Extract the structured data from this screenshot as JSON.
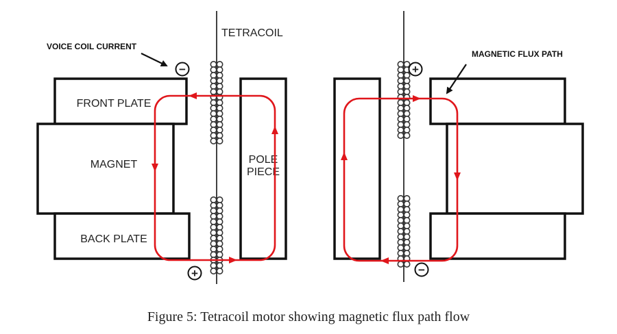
{
  "labels": {
    "voice_coil_current": "VOICE COIL CURRENT",
    "tetracoil": "TETRACOIL",
    "magnetic_flux_path": "MAGNETIC FLUX PATH",
    "front_plate": "FRONT PLATE",
    "magnet": "MAGNET",
    "back_plate": "BACK PLATE",
    "pole_line1": "POLE",
    "pole_line2": "PIECE"
  },
  "symbols": {
    "minus": "−",
    "plus": "+"
  },
  "caption": "Figure 5: Tetracoil motor showing magnetic flux path flow",
  "colors": {
    "flux": "#e0161b",
    "outline": "#111111"
  }
}
